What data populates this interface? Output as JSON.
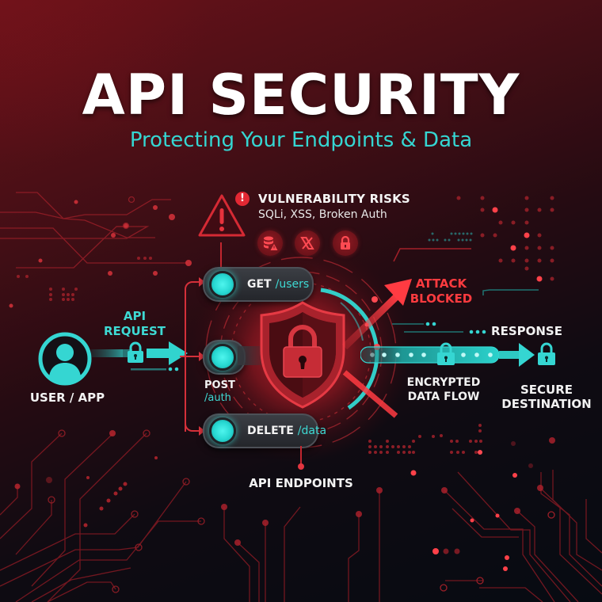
{
  "header": {
    "title": "API SECURITY",
    "subtitle": "Protecting Your Endpoints & Data"
  },
  "vulnerability": {
    "title": "VULNERABILITY RISKS",
    "subtitle": "SQLi, XSS, Broken Auth",
    "icons": [
      "database-warning-icon",
      "x-icon",
      "lock-icon"
    ],
    "alert_icon": "warning-triangle-icon",
    "badge_icon": "exclamation-badge-icon"
  },
  "client": {
    "label": "USER / APP",
    "icon": "user-icon"
  },
  "request": {
    "label_line1": "API",
    "label_line2": "REQUEST"
  },
  "endpoints": {
    "items": [
      {
        "method": "GET",
        "path": "/users"
      },
      {
        "method": "POST",
        "path": "/auth"
      },
      {
        "method": "DELETE",
        "path": "/data"
      }
    ],
    "label": "API ENDPOINTS"
  },
  "shield": {
    "icon": "shield-lock-icon"
  },
  "attack": {
    "line1": "ATTACK",
    "line2": "BLOCKED"
  },
  "flow": {
    "line1": "ENCRYPTED",
    "line2": "DATA FLOW"
  },
  "response": {
    "label": "RESPONSE"
  },
  "destination": {
    "line1": "SECURE",
    "line2": "DESTINATION"
  },
  "colors": {
    "accent_teal": "#35d6d2",
    "accent_red": "#ff3b3f",
    "bg_dark": "#070b12",
    "bg_red": "#6a1219"
  }
}
